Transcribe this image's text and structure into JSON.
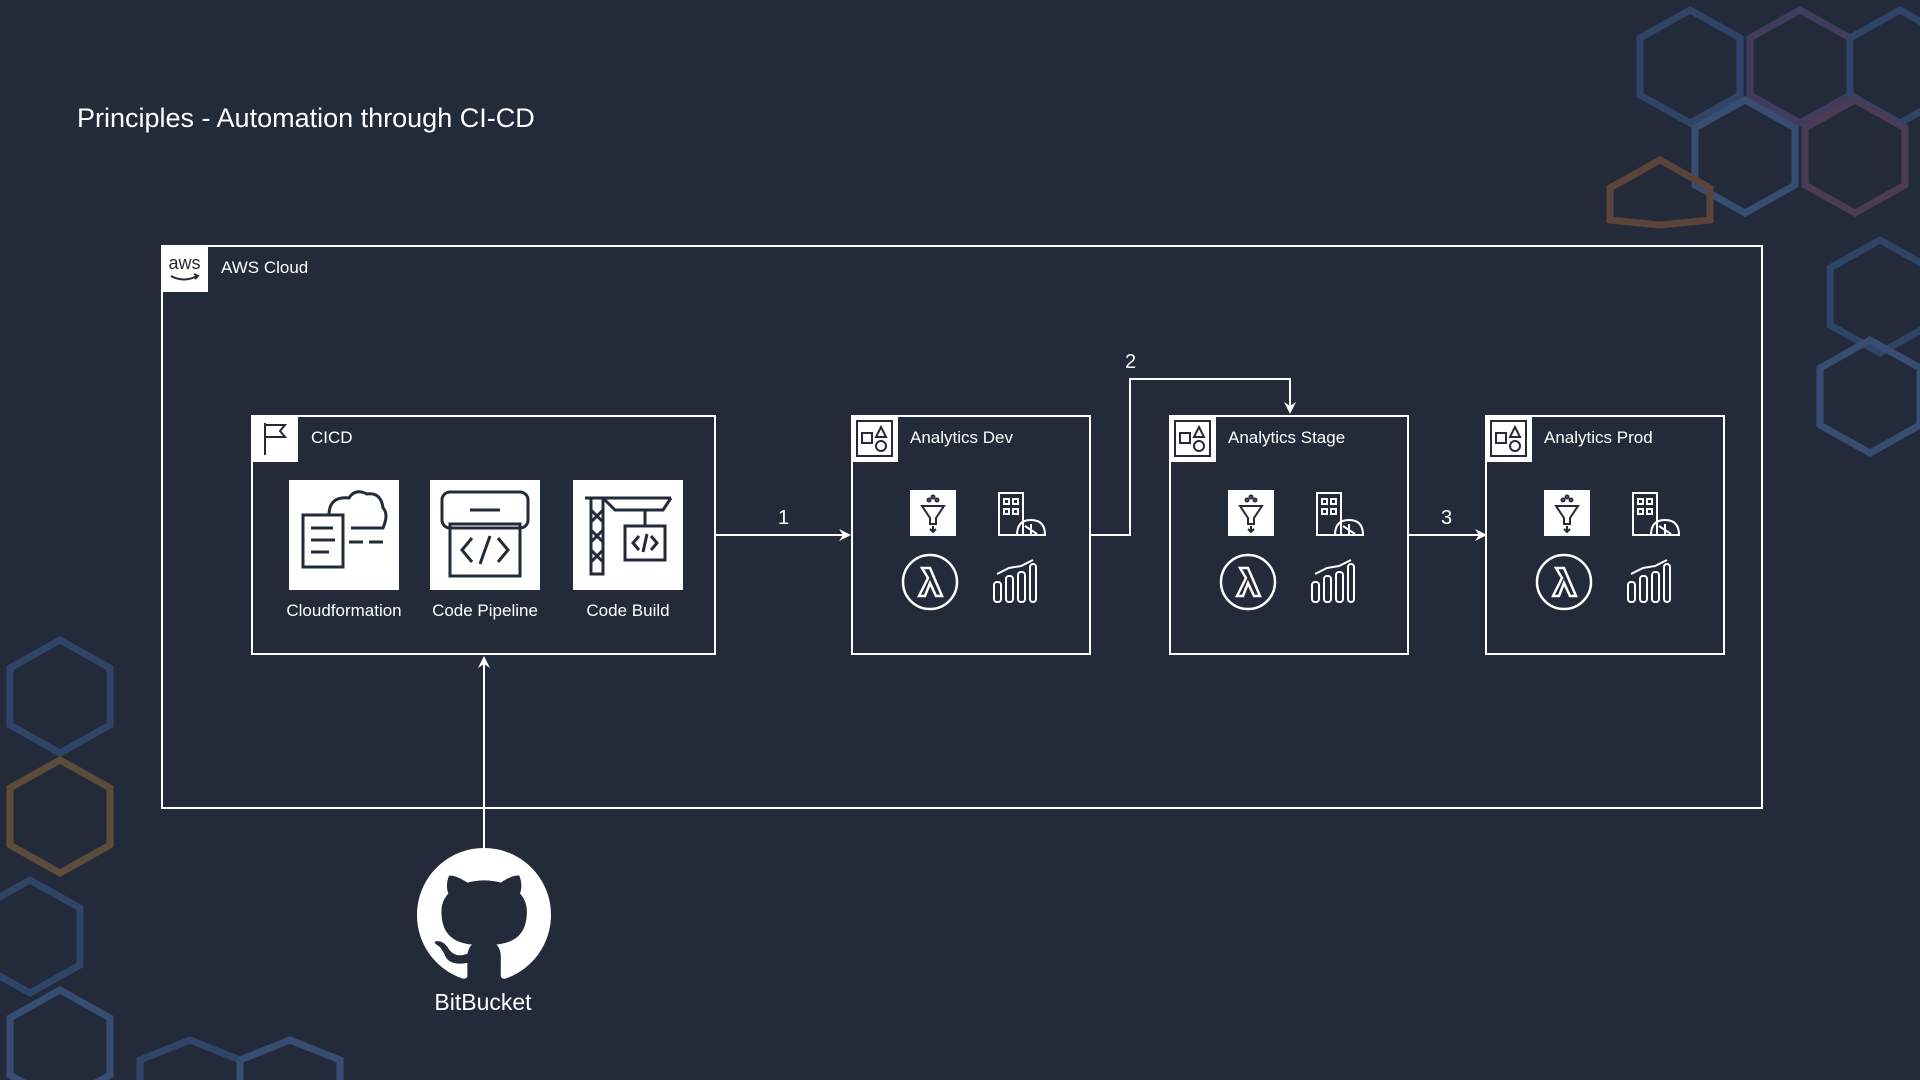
{
  "slide": {
    "title": "Principles - Automation through CI-CD"
  },
  "aws_cloud": {
    "label": "AWS Cloud",
    "logo_text": "aws"
  },
  "cicd": {
    "label": "CICD",
    "services": [
      {
        "label": "Cloudformation",
        "icon": "cloudformation-icon"
      },
      {
        "label": "Code Pipeline",
        "icon": "codepipeline-icon"
      },
      {
        "label": "Code Build",
        "icon": "codebuild-icon"
      }
    ]
  },
  "accounts": [
    {
      "label": "Analytics Dev"
    },
    {
      "label": "Analytics Stage"
    },
    {
      "label": "Analytics Prod"
    }
  ],
  "steps": {
    "s1": "1",
    "s2": "2",
    "s3": "3"
  },
  "source": {
    "label": "BitBucket",
    "icon": "github-icon"
  },
  "colors": {
    "background": "#232b3a",
    "foreground": "#ffffff"
  }
}
